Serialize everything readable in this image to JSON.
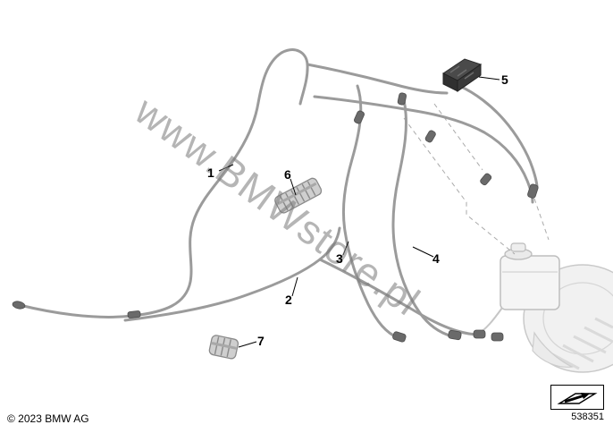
{
  "diagram": {
    "watermark": "www.BMWstore.pl",
    "callouts": [
      {
        "label": "1"
      },
      {
        "label": "2"
      },
      {
        "label": "3"
      },
      {
        "label": "4"
      },
      {
        "label": "5"
      },
      {
        "label": "6"
      },
      {
        "label": "7"
      }
    ],
    "parts": {
      "1": "brake-pipe-front-left",
      "2": "brake-pipe-lower",
      "3": "brake-pipe-middle",
      "4": "brake-pipe-right",
      "5": "connector-block",
      "6": "pipe-clip-upper",
      "7": "pipe-clip-lower"
    },
    "colors": {
      "pipe": "#9b9b9b",
      "pipe_dark": "#6a6a6a",
      "faded_part": "#c4c4c4",
      "connector_dark": "#383838",
      "watermark": "#787878"
    }
  },
  "footer": {
    "copyright": "© 2023 BMW AG",
    "part_number": "538351"
  },
  "icons": {
    "direction_arrow_icon": "arrow-up-right"
  }
}
